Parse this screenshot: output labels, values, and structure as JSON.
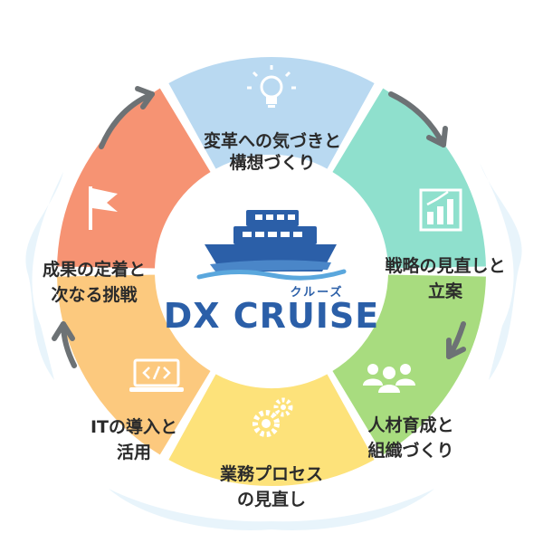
{
  "brand": {
    "name": "DX CRUISE",
    "kana": "クルーズ"
  },
  "cycle": [
    {
      "id": "awareness",
      "lines": [
        "変革への気づきと",
        "構想づくり"
      ],
      "color": "#b9d9f1",
      "icon": "lightbulb-icon"
    },
    {
      "id": "strategy",
      "lines": [
        "戦略の見直しと",
        "立案"
      ],
      "color": "#8fe0cd",
      "icon": "bar-chart-icon"
    },
    {
      "id": "organization",
      "lines": [
        "人材育成と",
        "組織づくり"
      ],
      "color": "#a8dc7f",
      "icon": "team-icon"
    },
    {
      "id": "process",
      "lines": [
        "業務プロセス",
        "の見直し"
      ],
      "color": "#fde27a",
      "icon": "gears-icon"
    },
    {
      "id": "it",
      "lines": [
        "ITの導入と",
        "活用"
      ],
      "color": "#fcc97e",
      "icon": "laptop-code-icon"
    },
    {
      "id": "results",
      "lines": [
        "成果の定着と",
        "次なる挑戦"
      ],
      "color": "#f69373",
      "icon": "flag-icon"
    }
  ],
  "colors": {
    "arrow": "#6d7275",
    "ship_dark": "#2b5fa8",
    "ship_light": "#4a86c8",
    "wave": "#5aa7dd"
  }
}
